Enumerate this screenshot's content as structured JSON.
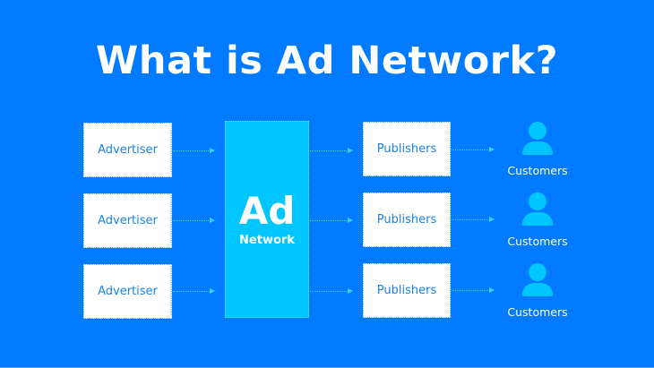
{
  "title": "What is Ad Network?",
  "network": {
    "line1": "Ad",
    "line2": "Network"
  },
  "rows": [
    {
      "advertiser": "Advertiser",
      "publisher": "Publishers",
      "customer": "Customers"
    },
    {
      "advertiser": "Advertiser",
      "publisher": "Publishers",
      "customer": "Customers"
    },
    {
      "advertiser": "Advertiser",
      "publisher": "Publishers",
      "customer": "Customers"
    }
  ],
  "icons": {
    "customer": "person-icon",
    "flow": "dotted-arrow-icon"
  },
  "colors": {
    "background": "#007bff",
    "network_box": "#00c6ff",
    "box_text": "#1b82e3",
    "arrow": "#37d0ff",
    "person_icon": "#00c6ff"
  }
}
